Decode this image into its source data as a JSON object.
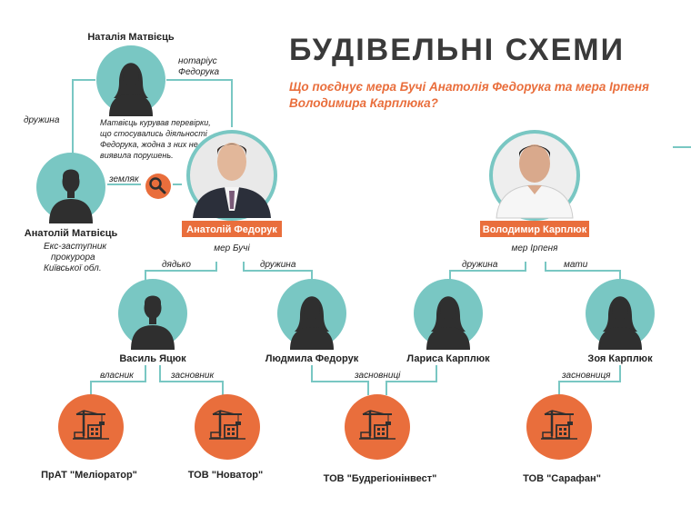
{
  "header": {
    "title": "БУДІВЕЛЬНІ СХЕМИ",
    "subtitle_line1": "Що поєднує мера Бучі Анатолія Федорука та мера Ірпеня",
    "subtitle_line2": "Володимира Карплюка?"
  },
  "people": {
    "natalia": {
      "name": "Наталія Матвієць"
    },
    "anatolii_m": {
      "name": "Анатолій Матвієць",
      "desc1": "Екс-заступник",
      "desc2": "прокурора",
      "desc3": "Київської обл."
    },
    "fedoruk": {
      "name": "Анатолій Федорук",
      "role": "мер Бучі"
    },
    "karpliuk": {
      "name": "Володимир Карплюк",
      "role": "мер Ірпеня"
    },
    "vasyl": {
      "name": "Василь Яцюк"
    },
    "liudmyla": {
      "name": "Людмила Федорук"
    },
    "larysa": {
      "name": "Лариса Карплюк"
    },
    "zoia": {
      "name": "Зоя Карплюк"
    }
  },
  "relations": {
    "notary1": "нотаріус",
    "notary2": "Федорука",
    "wife_left": "дружина",
    "zemliak": "земляк",
    "note1": "Матвієць курував перевірки,",
    "note2": "що стосувались діяльності",
    "note3": "Федорука, жодна з них не",
    "note4": "виявила порушень.",
    "diadko": "дядько",
    "druzhyna_f": "дружина",
    "druzhyna_k": "дружина",
    "maty": "мати",
    "vlasnyk": "власник",
    "zasnovnyk": "засновник",
    "zasnovnytsi": "засновниці",
    "zasnovnytsia": "засновниця"
  },
  "companies": {
    "meliorator": "ПрАТ \"Меліоратор\"",
    "novator": "ТОВ \"Новатор\"",
    "budregion": "ТОВ \"Будрегіонінвест\"",
    "sarafan": "ТОВ \"Сарафан\""
  },
  "colors": {
    "teal": "#79c7c3",
    "orange": "#e96e3c",
    "silhouette": "#2f2f2f",
    "title": "#3a3a3a"
  },
  "icons": {
    "person": "person-silhouette-icon",
    "search": "magnifier-icon",
    "company": "crane-building-icon"
  }
}
